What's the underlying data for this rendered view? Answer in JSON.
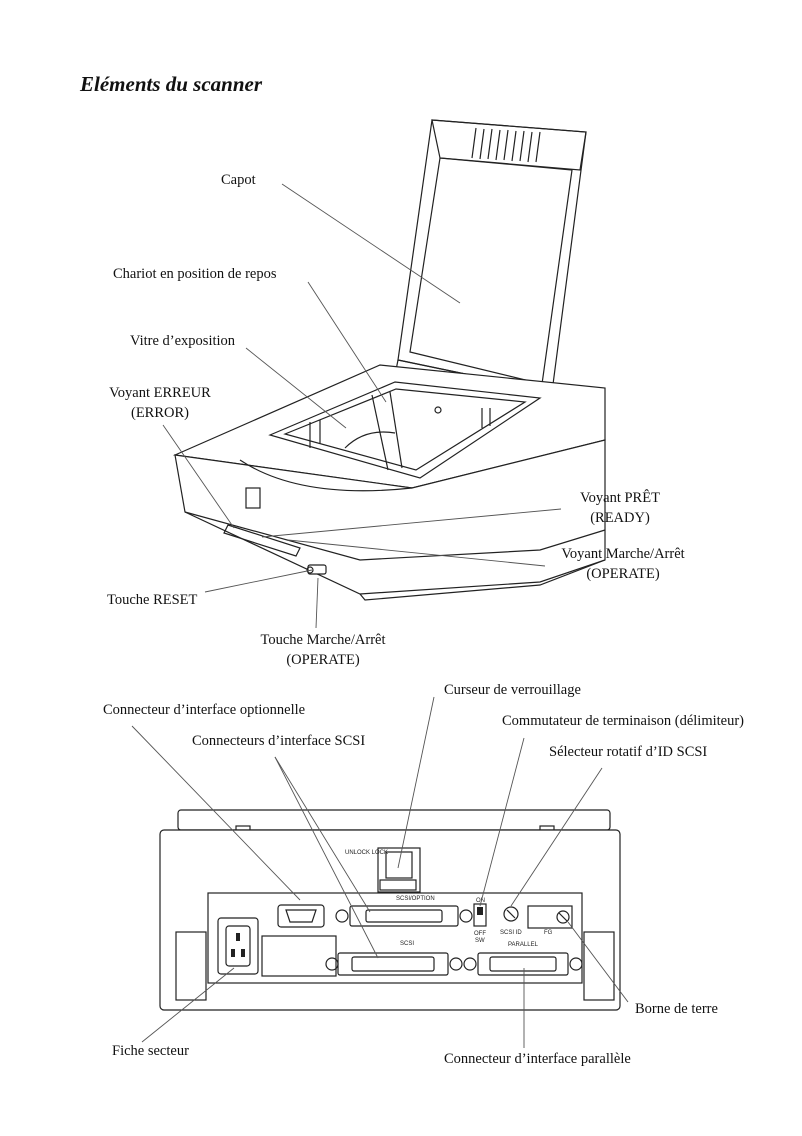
{
  "title": "Eléments du scanner",
  "top_labels": {
    "capot": "Capot",
    "chariot": "Chariot en position de repos",
    "vitre": "Vitre d’exposition",
    "error_1": "Voyant ERREUR",
    "error_2": "(ERROR)",
    "ready_1": "Voyant PRÊT",
    "ready_2": "(READY)",
    "operate_light_1": "Voyant Marche/Arrêt",
    "operate_light_2": "(OPERATE)",
    "reset": "Touche RESET",
    "operate_btn_1": "Touche Marche/Arrêt",
    "operate_btn_2": "(OPERATE)"
  },
  "bottom_labels": {
    "lock": "Curseur de verrouillage",
    "opt_iface": "Connecteur d’interface optionnelle",
    "term": "Commutateur de terminaison (délimiteur)",
    "scsi_iface": "Connecteurs d’interface SCSI",
    "scsi_id": "Sélecteur rotatif d’ID SCSI",
    "ground": "Borne de terre",
    "power": "Fiche secteur",
    "parallel": "Connecteur d’interface parallèle"
  },
  "panel_text": {
    "unlock_lock": "UNLOCK LOCK",
    "scsi_option": "SCSI/OPTION",
    "on": "ON",
    "off": "OFF",
    "sw": "SW",
    "scsi_id": "SCSI ID",
    "fg": "FG",
    "scsi": "SCSI",
    "parallel": "PARALLEL"
  }
}
